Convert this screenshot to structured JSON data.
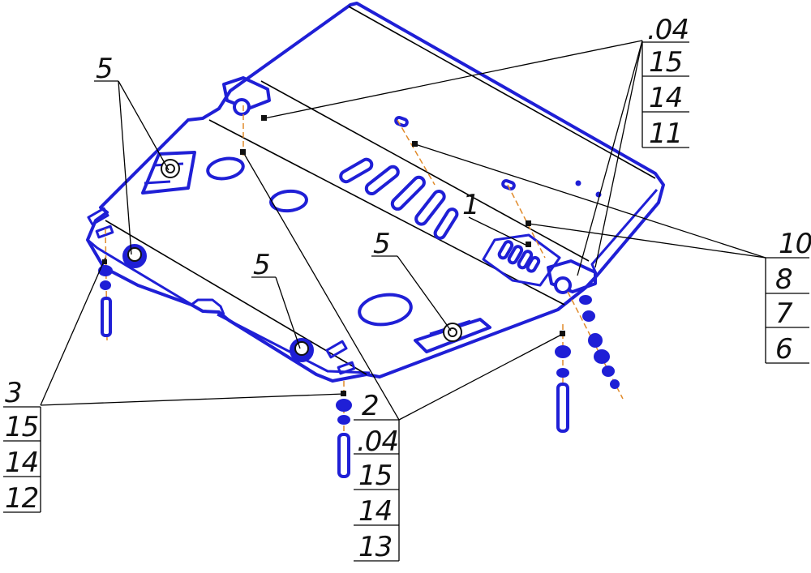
{
  "callouts": {
    "top_right_stack": [
      ".04",
      "15",
      "14",
      "11"
    ],
    "right_stack": [
      "10",
      "8",
      "7",
      "6"
    ],
    "bottom_left_stack": [
      "3",
      "15",
      "14",
      "12"
    ],
    "bottom_center_stack": [
      "2",
      ".04",
      "15",
      "14",
      "13"
    ],
    "part_labels": {
      "mount_top_left": "5",
      "mount_center": "5",
      "mount_right": "5",
      "plate": "1"
    }
  },
  "colors": {
    "part_outline": "#1f1fd6",
    "fastener_axis": "#e08a2a",
    "leader": "#000000"
  }
}
